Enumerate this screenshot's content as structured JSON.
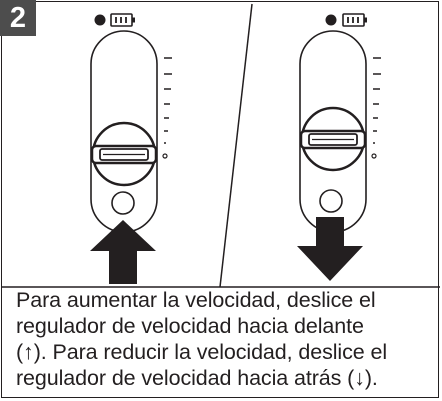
{
  "step": {
    "number": "2"
  },
  "panels": [
    {
      "name": "increase",
      "arrow_direction": "up"
    },
    {
      "name": "decrease",
      "arrow_direction": "down"
    }
  ],
  "caption": {
    "lines": [
      "Para aumentar la velocidad, deslice el",
      "regulador de velocidad hacia delante",
      "(↑). Para reducir la velocidad, deslice el",
      "regulador de velocidad hacia atrás (↓)."
    ]
  },
  "colors": {
    "ink": "#231f20",
    "badge": "#4d4d4d",
    "background": "#ffffff"
  },
  "icons": [
    "power-dot-icon",
    "battery-icon",
    "arrow-up-icon",
    "arrow-down-icon",
    "speed-dial-icon"
  ]
}
